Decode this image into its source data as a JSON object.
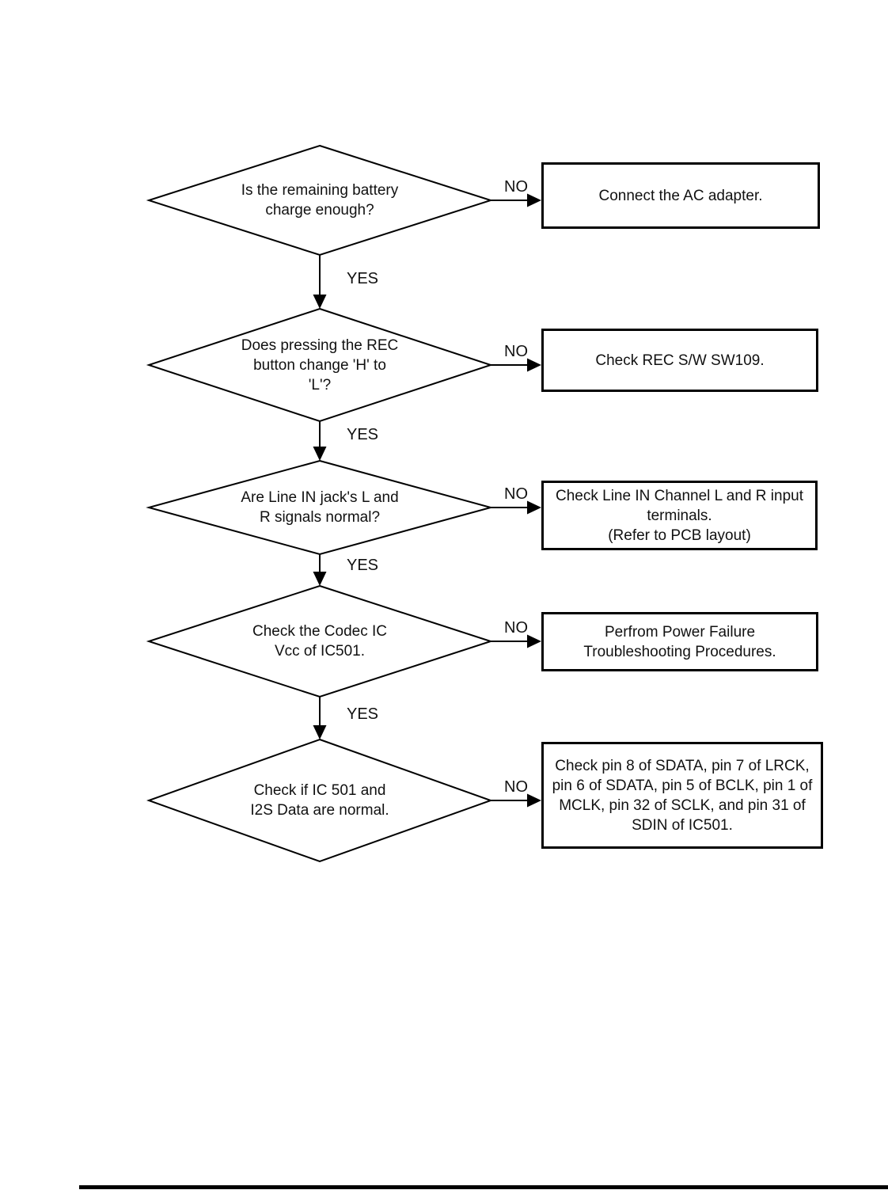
{
  "labels": {
    "yes": "YES",
    "no": "NO"
  },
  "steps": [
    {
      "decision": "Is the remaining battery\ncharge enough?",
      "action": "Connect the AC adapter."
    },
    {
      "decision": "Does pressing the REC\nbutton change 'H' to\n'L'?",
      "action": "Check REC S/W SW109."
    },
    {
      "decision": "Are Line IN jack's L and\nR signals normal?",
      "action": "Check Line IN Channel L and R input\nterminals.\n(Refer to PCB layout)"
    },
    {
      "decision": "Check the Codec IC\nVcc of IC501.",
      "action": "Perfrom Power Failure\nTroubleshooting Procedures."
    },
    {
      "decision": "Check if IC 501 and\nI2S Data are normal.",
      "action": "Check pin 8 of SDATA, pin 7 of LRCK,\npin 6 of SDATA, pin 5 of BCLK, pin 1 of\nMCLK, pin 32 of SCLK, and pin 31 of\nSDIN of IC501."
    }
  ],
  "colors": {
    "line": "#000000",
    "text": "#111111",
    "background": "#ffffff"
  }
}
